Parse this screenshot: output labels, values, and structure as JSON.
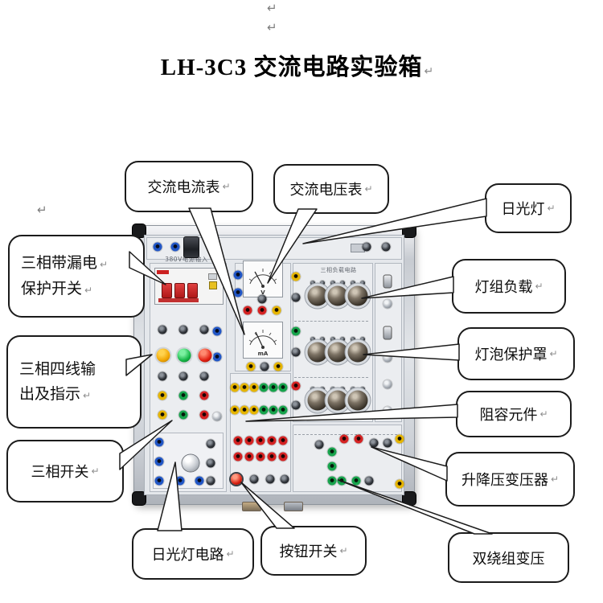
{
  "document": {
    "title": "LH-3C3 交流电路实验箱",
    "paragraph_mark": "↵"
  },
  "callouts": {
    "ammeter": {
      "label": "交流电流表"
    },
    "voltmeter": {
      "label": "交流电压表"
    },
    "fluorescent_lamp": {
      "label": "日光灯"
    },
    "lamp_load": {
      "label": "灯组负载"
    },
    "bulb_cover": {
      "label": "灯泡保护罩"
    },
    "rc_components": {
      "label": "阻容元件"
    },
    "buck_boost_transformer": {
      "label": "升降压变压器"
    },
    "double_winding_transformer": {
      "label": "双绕组变压"
    },
    "leakage_breaker": {
      "line1": "三相带漏电",
      "line2": "保护开关"
    },
    "four_wire_output": {
      "line1": "三相四线输",
      "line2": "出及指示"
    },
    "three_phase_switch": {
      "label": "三相开关"
    },
    "fluorescent_circuit": {
      "label": "日光灯电路"
    },
    "push_button": {
      "label": "按钮开关"
    }
  },
  "device_panel": {
    "power_input_label": "380V电源输入",
    "load_circuit_label": "三相负载电路",
    "voltmeter_unit": "V",
    "ammeter_unit": "mA"
  },
  "colors": {
    "breaker_red": "#c23030",
    "indicator_yellow": "#f0a400",
    "indicator_green": "#14b445",
    "indicator_red": "#e01e10",
    "panel_gray": "#e4e7eb"
  }
}
